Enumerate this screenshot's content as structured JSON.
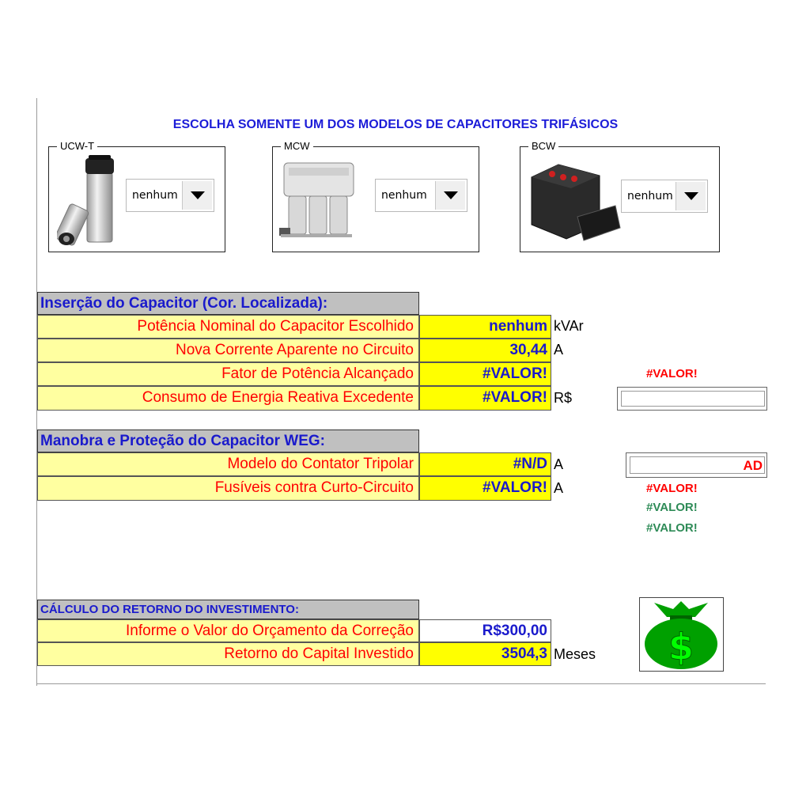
{
  "title": "ESCOLHA SOMENTE UM DOS MODELOS DE CAPACITORES TRIFÁSICOS",
  "models": [
    {
      "legend": "UCW-T",
      "selected": "nenhum"
    },
    {
      "legend": "MCW",
      "selected": "nenhum"
    },
    {
      "legend": "BCW",
      "selected": "nenhum"
    }
  ],
  "insercao": {
    "header": "Inserção do Capacitor (Cor. Localizada):",
    "rows": [
      {
        "label": "Potência Nominal do Capacitor Escolhido",
        "value": "nenhum",
        "unit": "kVAr"
      },
      {
        "label": "Nova Corrente Aparente no Circuito ",
        "value": "30,44",
        "unit": "A"
      },
      {
        "label": "Fator de Potência Alcançado",
        "value": "#VALOR!",
        "unit": ""
      },
      {
        "label": "Consumo de Energia Reativa Excedente",
        "value": "#VALOR!",
        "unit": "R$"
      }
    ],
    "side_error": "#VALOR!"
  },
  "manobra": {
    "header": "Manobra e Proteção do Capacitor WEG:",
    "rows": [
      {
        "label": "Modelo do Contator Tripolar",
        "value": "#N/D",
        "unit": "A"
      },
      {
        "label": "Fusíveis contra Curto-Circuito ",
        "value": "#VALOR!",
        "unit": "A"
      }
    ],
    "box_text": "AD",
    "side_errors": [
      {
        "text": "#VALOR!",
        "color": "#ff0000"
      },
      {
        "text": "#VALOR!",
        "color": "#2e8b57"
      },
      {
        "text": "#VALOR!",
        "color": "#2e8b57"
      }
    ]
  },
  "retorno": {
    "header": "CÁLCULO DO RETORNO DO INVESTIMENTO:",
    "rows": [
      {
        "label": "Informe o Valor do Orçamento da Correção",
        "value": "R$300,00",
        "unit": ""
      },
      {
        "label": "Retorno do Capital Investido",
        "value": "3504,3",
        "unit": "Meses"
      }
    ]
  },
  "money_icon": "money-bag-icon",
  "colors": {
    "title": "#1c1cd8",
    "label_bg": "#ffffa0",
    "value_bg": "#ffff00",
    "error_red": "#ff0000",
    "error_green": "#2e8b57",
    "bag_green": "#00a000"
  }
}
